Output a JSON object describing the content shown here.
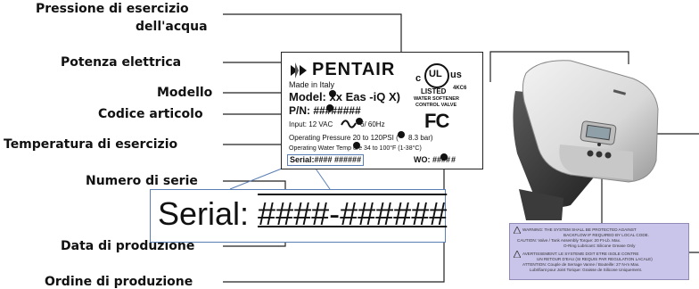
{
  "callouts": {
    "pressione_line1": "Pressione di esercizio",
    "pressione_line2": "dell'acqua",
    "potenza": "Potenza elettrica",
    "modello": "Modello",
    "codice": "Codice articolo",
    "temperatura": "Temperatura di esercizio",
    "numero_serie": "Numero di serie",
    "data_produzione": "Data di produzione",
    "ordine_produzione": "Ordine di produzione"
  },
  "plate": {
    "brand": "PENTAIR",
    "made_in": "Made in Italy",
    "model": "Model: xx Eas -iQ X)",
    "pn": "P/N: ########",
    "input": "Input: 12 VAC",
    "input_freq": "6/ 60Hz",
    "pressure": "Operating Pressure 20 to 120PSI (",
    "pressure_end": "8.3 bar)",
    "temperature": "Operating Water Temp ure 34 to 100°F (1-38°C)",
    "serial": "Serial:#### ######",
    "wo": "WO: ####",
    "wo_end": "#",
    "ul_c": "c",
    "ul_mark": "UL",
    "ul_us": "us",
    "listed": "LISTED",
    "listed_code": "4KC6",
    "softener_line1": "WATER SOFTENER",
    "softener_line2": "CONTROL VALVE",
    "fc": "FC"
  },
  "serial_zoom": {
    "prefix": "Serial: ",
    "value": "####-######"
  },
  "warning_label": {
    "line1": "WARNING: THE SYSTEM SHALL BE PROTECTED AGAINST",
    "line2": "BACKFLOW IF REQUIRED BY LOCAL CODE.",
    "line3": "CAUTION: Valve / Tank Assembly Torque: 20 Ft-Lb. Max.",
    "line4": "O-Ring Lubricant: Silicone Grease Only",
    "line5": "AVERTISSEMENT: LE SYSTEME DOIT ETRE ISOLE CONTRE",
    "line6": "UN RETOUR D'EAU (SI REQUIS PAR REGULATION LACALE)",
    "line7": "ATTENTION: Couple de Serrage Vanne / Bouteille: 27 N-m Max.",
    "line8": "Lubrifiant pour Joint Torique: Graisse de Silicone Uniquement."
  }
}
